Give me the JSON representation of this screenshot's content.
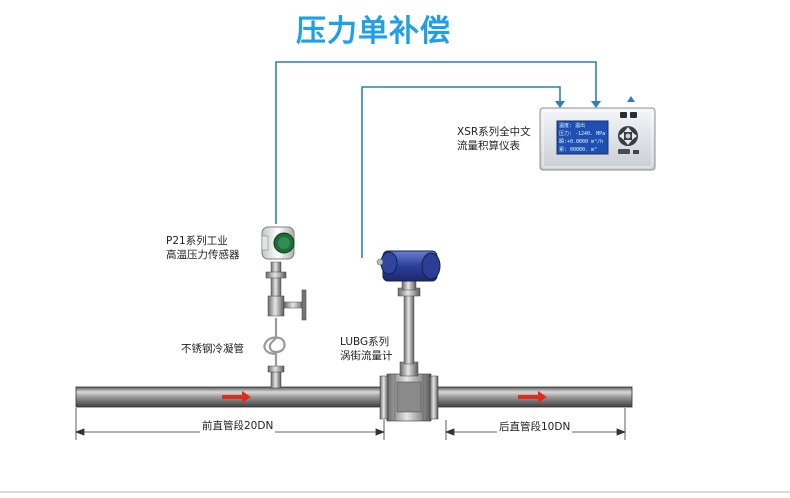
{
  "title": "压力单补偿",
  "components": {
    "display_instrument": {
      "line1": "XSR系列全中文",
      "line2": "流量积算仪表",
      "screen": {
        "row1": "温度:  温出",
        "row2": "压力: -1240. MPa",
        "row3": "瞬:+0.0000 m³/h",
        "row4": "累:  00000. m³"
      }
    },
    "pressure_transmitter": {
      "line1": "P21系列工业",
      "line2": "高温压力传感器"
    },
    "condensing_pipe": {
      "label": "不锈钢冷凝管"
    },
    "vortex_flowmeter": {
      "line1": "LUBG系列",
      "line2": "涡街流量计"
    }
  },
  "dimensions": {
    "upstream": "前直管段20DN",
    "downstream": "后直管段10DN"
  },
  "colors": {
    "title": "#1fa0e6",
    "signal_line": "#2a7fc0",
    "flow_arrow": "#e02a1a",
    "pipe": "#9a9a9a"
  }
}
